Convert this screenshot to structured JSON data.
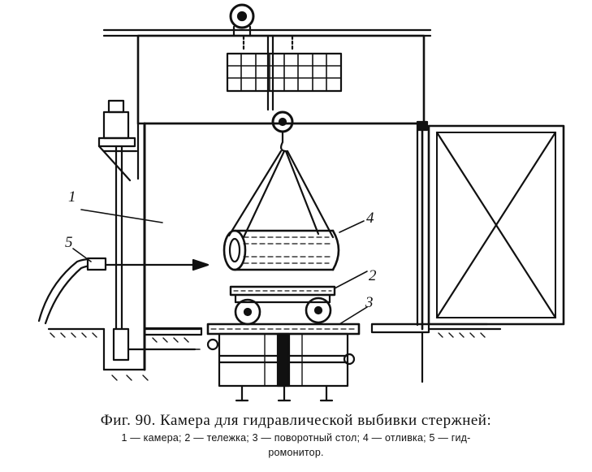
{
  "figure": {
    "labels": {
      "chamber": "1",
      "trolley": "2",
      "turntable": "3",
      "casting": "4",
      "hydromonitor": "5"
    }
  },
  "caption": {
    "title": "Фиг. 90. Камера для гидравлической выбивки стержней:",
    "legend_line1": "1 — камера; 2 — тележка; 3 — поворотный стол; 4 — отливка; 5 — гид-",
    "legend_line2": "ромонитор."
  }
}
